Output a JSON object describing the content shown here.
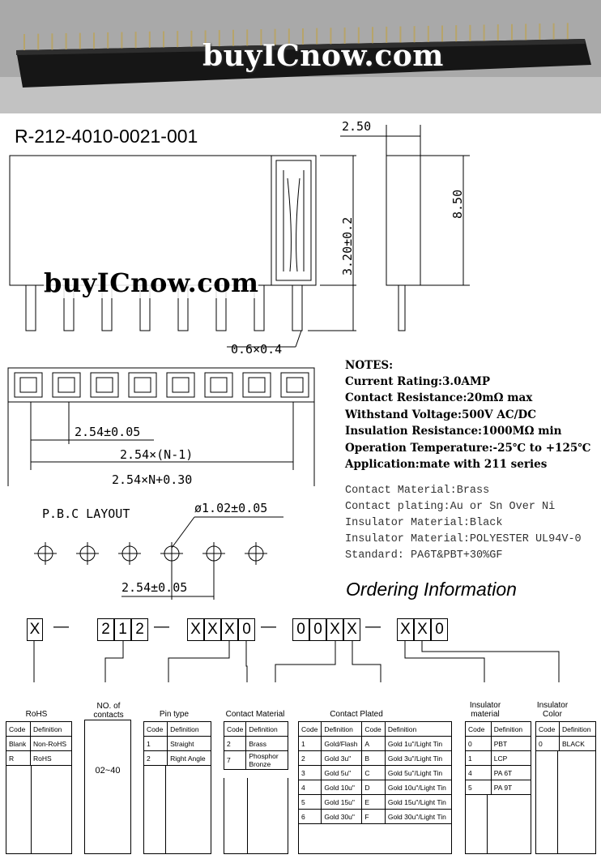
{
  "photo": {
    "watermark": "buyICnow.com"
  },
  "part_number": "R-212-4010-0021-001",
  "drawing": {
    "watermark": "buyICnow.com",
    "dim_250": "2.50",
    "dim_850": "8.50",
    "dim_320": "3.20±0.2",
    "dim_pin": "0.6×0.4",
    "dim_pitch": "2.54±0.05",
    "dim_n1": "2.54×(N-1)",
    "dim_total": "2.54×N+0.30",
    "pcb_title": "P.B.C LAYOUT",
    "pcb_hole": "ø1.02±0.05",
    "pcb_pitch": "2.54±0.05"
  },
  "notes": {
    "title": "NOTES:",
    "bold_lines": [
      "Current Rating:3.0AMP",
      "Contact Resistance:20mΩ max",
      "Withstand Voltage:500V AC/DC",
      "Insulation Resistance:1000MΩ min",
      "Operation Temperature:-25℃ to +125℃",
      "Application:mate with 211 series"
    ],
    "material_lines": [
      "Contact Material:Brass",
      "Contact plating:Au or Sn Over Ni",
      "Insulator Material:Black",
      "Insulator Material:POLYESTER UL94V-0",
      "Standard: PA6T&PBT+30%GF"
    ]
  },
  "ordering": {
    "title": "Ordering Information",
    "code_boxes": [
      "X",
      "2",
      "1",
      "2",
      "X",
      "X",
      "X",
      "0",
      "0",
      "0",
      "X",
      "X",
      "X",
      "X",
      "0"
    ],
    "dash": "—"
  },
  "sections": {
    "rohs": {
      "label": "RoHS",
      "headers": [
        "Code",
        "Definition"
      ],
      "rows": [
        [
          "Blank",
          "Non-RoHS"
        ],
        [
          "R",
          "RoHS"
        ]
      ]
    },
    "contacts": {
      "label": "NO. of contacts",
      "value": "02~40"
    },
    "pin_type": {
      "label": "Pin type",
      "headers": [
        "Code",
        "Definition"
      ],
      "rows": [
        [
          "1",
          "Straight"
        ],
        [
          "2",
          "Right Angle"
        ]
      ]
    },
    "contact_material": {
      "label": "Contact Material",
      "headers": [
        "Code",
        "Definition"
      ],
      "rows": [
        [
          "2",
          "Brass"
        ],
        [
          "7",
          "Phosphor Bronze"
        ]
      ]
    },
    "contact_plated": {
      "label": "Contact Plated",
      "headers": [
        "Code",
        "Definition",
        "Code",
        "Definition"
      ],
      "rows": [
        [
          "1",
          "Gold/Flash",
          "A",
          "Gold 1u\"/Light Tin"
        ],
        [
          "2",
          "Gold 3u\"",
          "B",
          "Gold 3u\"/Light Tin"
        ],
        [
          "3",
          "Gold 5u\"",
          "C",
          "Gold 5u\"/Light Tin"
        ],
        [
          "4",
          "Gold 10u\"",
          "D",
          "Gold 10u\"/Light Tin"
        ],
        [
          "5",
          "Gold 15u\"",
          "E",
          "Gold 15u\"/Light Tin"
        ],
        [
          "6",
          "Gold 30u\"",
          "F",
          "Gold 30u\"/Light Tin"
        ]
      ]
    },
    "insulator_material": {
      "label": "Insulator material",
      "headers": [
        "Code",
        "Definition"
      ],
      "rows": [
        [
          "0",
          "PBT"
        ],
        [
          "1",
          "LCP"
        ],
        [
          "4",
          "PA 6T"
        ],
        [
          "5",
          "PA 9T"
        ]
      ]
    },
    "insulator_color": {
      "label": "Insulator Color",
      "headers": [
        "Code",
        "Definition"
      ],
      "rows": [
        [
          "0",
          "BLACK"
        ]
      ]
    }
  }
}
